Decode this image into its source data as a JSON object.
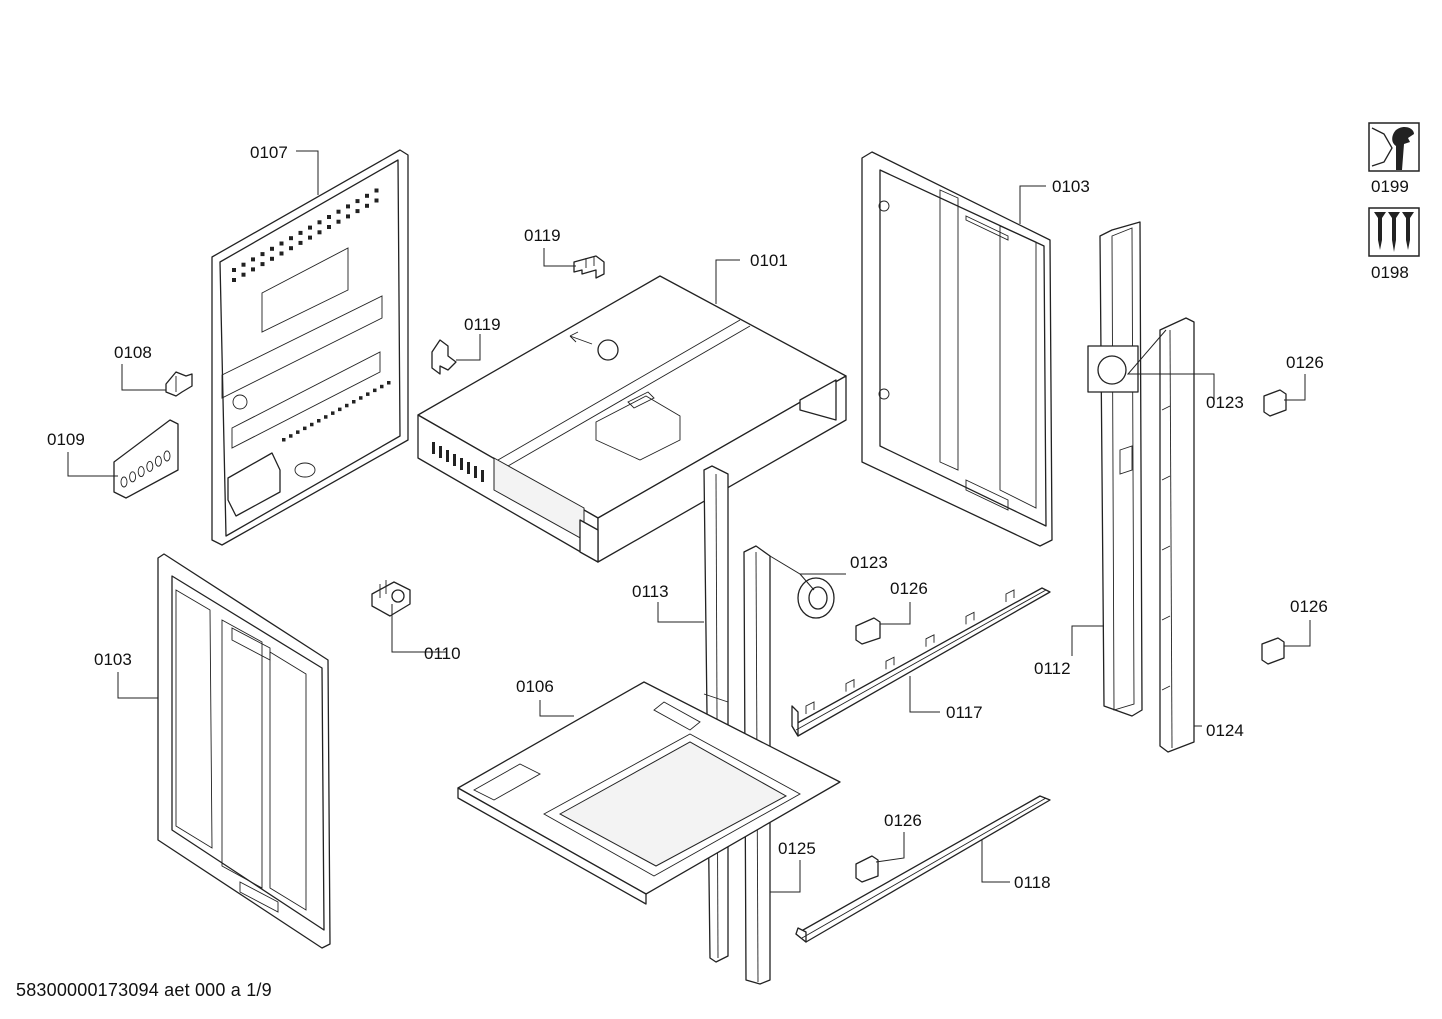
{
  "labels": {
    "p0107": "0107",
    "p0119a": "0119",
    "p0119b": "0119",
    "p0101": "0101",
    "p0103a": "0103",
    "p0103b": "0103",
    "p0108": "0108",
    "p0109": "0109",
    "p0110": "0110",
    "p0113": "0113",
    "p0123a": "0123",
    "p0123b": "0123",
    "p0126a": "0126",
    "p0126b": "0126",
    "p0126c": "0126",
    "p0126d": "0126",
    "p0106": "0106",
    "p0117": "0117",
    "p0112": "0112",
    "p0124": "0124",
    "p0125": "0125",
    "p0118": "0118",
    "p0199": "0199",
    "p0198": "0198"
  },
  "footer": "58300000173094 aet 000 a 1/9"
}
